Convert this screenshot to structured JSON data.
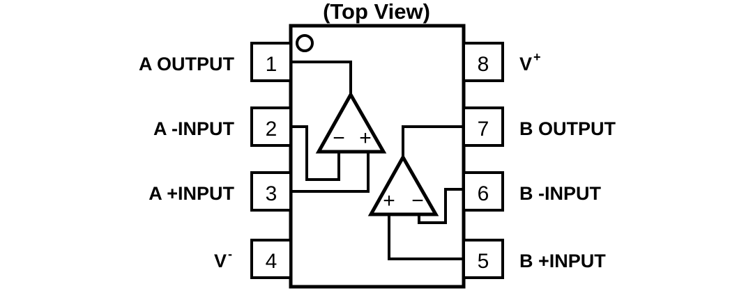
{
  "diagram": {
    "title": "(Top View)",
    "package_type": "8-pin dual op-amp",
    "pin1_marker": "circle-dot",
    "colors": {
      "line": "#000000",
      "background": "#ffffff",
      "text": "#000000"
    },
    "pins_left": [
      {
        "number": "1",
        "label": "A OUTPUT",
        "sup": ""
      },
      {
        "number": "2",
        "label": "A -INPUT",
        "sup": ""
      },
      {
        "number": "3",
        "label": "A +INPUT",
        "sup": ""
      },
      {
        "number": "4",
        "label": "V",
        "sup": "-"
      }
    ],
    "pins_right": [
      {
        "number": "8",
        "label": "V",
        "sup": "+"
      },
      {
        "number": "7",
        "label": "B OUTPUT",
        "sup": ""
      },
      {
        "number": "6",
        "label": "B -INPUT",
        "sup": ""
      },
      {
        "number": "5",
        "label": "B +INPUT",
        "sup": ""
      }
    ],
    "amplifiers": [
      {
        "name": "amplifier-a",
        "orientation": "apex-up",
        "left_sign": "−",
        "right_sign": "+",
        "output_pin": "1",
        "inverting_pin": "2",
        "noninverting_pin": "3"
      },
      {
        "name": "amplifier-b",
        "orientation": "apex-up",
        "left_sign": "+",
        "right_sign": "−",
        "output_pin": "7",
        "inverting_pin": "6",
        "noninverting_pin": "5"
      }
    ]
  }
}
